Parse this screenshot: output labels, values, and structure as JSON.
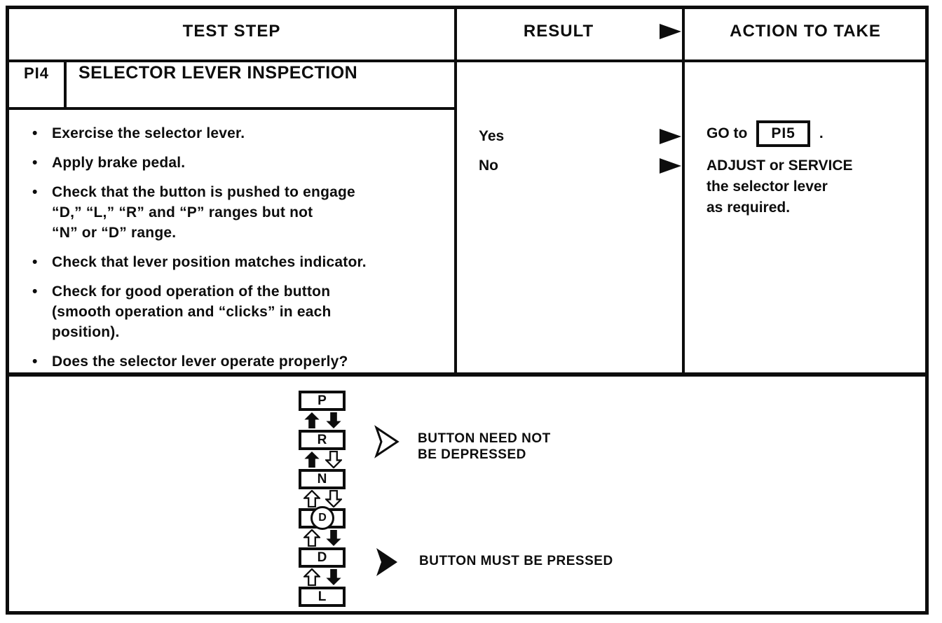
{
  "colors": {
    "ink": "#0d0d0d",
    "paper": "#ffffff"
  },
  "table": {
    "headers": {
      "test_step": "TEST STEP",
      "result": "RESULT",
      "action": "ACTION TO TAKE"
    },
    "step": {
      "id": "PI4",
      "title": "SELECTOR LEVER INSPECTION"
    },
    "bullets": [
      "Exercise the selector lever.",
      "Apply brake pedal.",
      "Check that the button is pushed to engage\n“D,” “L,” “R” and “P” ranges but not\n“N” or “D” range.",
      "Check that lever position matches indicator.",
      "Check for good operation of the button\n(smooth operation and “clicks” in each\nposition).",
      "Does the selector lever operate properly?"
    ],
    "results": [
      {
        "label": "Yes"
      },
      {
        "label": "No"
      }
    ],
    "actions": {
      "go": {
        "prefix": "GO to",
        "target": "PI5",
        "suffix": "."
      },
      "adjust": "ADJUST or SERVICE\nthe selector lever\nas required."
    }
  },
  "diagram": {
    "gears": [
      {
        "letter": "P"
      },
      {
        "letter": "R"
      },
      {
        "letter": "N"
      },
      {
        "letter": "D",
        "circled": true
      },
      {
        "letter": "D"
      },
      {
        "letter": "L"
      }
    ],
    "transitions": [
      {
        "up": "pressed",
        "down": "pressed"
      },
      {
        "up": "pressed",
        "down": "free"
      },
      {
        "up": "free",
        "down": "free"
      },
      {
        "up": "free",
        "down": "pressed"
      },
      {
        "up": "free",
        "down": "pressed"
      }
    ],
    "legend": [
      {
        "arrow": "free",
        "label": "BUTTON NEED NOT\nBE DEPRESSED"
      },
      {
        "arrow": "pressed",
        "label": "BUTTON MUST BE PRESSED"
      }
    ]
  }
}
